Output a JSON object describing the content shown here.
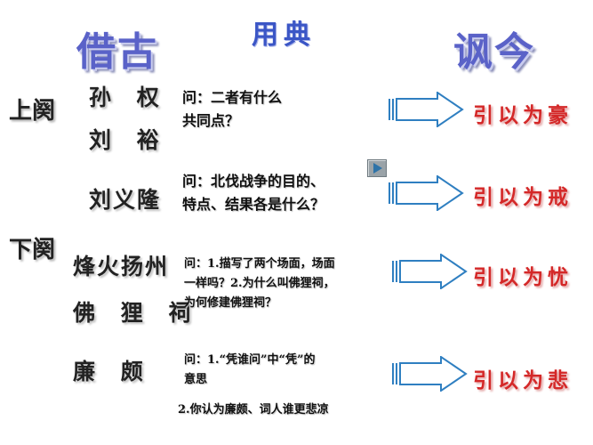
{
  "titles": {
    "left": "借古",
    "center": "用典",
    "right": "讽今"
  },
  "sections": {
    "upper": "上阕",
    "lower": "下阕"
  },
  "rows": [
    {
      "names": [
        "孙 权",
        "刘 裕"
      ],
      "question_lines": [
        "问：二者有什么",
        "共同点？"
      ],
      "result": "引以为豪"
    },
    {
      "names": [
        "刘义隆"
      ],
      "question_lines": [
        "问：北伐战争的目的、",
        "特点、结果各是什么？"
      ],
      "result": "引以为戒"
    },
    {
      "names": [
        "烽火扬州",
        "佛 狸 祠"
      ],
      "question_lines": [
        "问：1.描写了两个场面，场面",
        "一样吗？2.为什么叫佛狸祠，",
        "为何修建佛狸祠？"
      ],
      "result": "引以为忧"
    },
    {
      "names": [
        "廉  颇"
      ],
      "question_lines": [
        "问：1.“凭谁问”中“凭”的",
        "意思"
      ],
      "extra_question": "2.你认为廉颇、词人谁更悲凉",
      "result": "引以为悲"
    }
  ],
  "icons": {
    "play_button": "play-icon",
    "arrow": "right-arrow-icon"
  },
  "colors": {
    "title": "#5a62c8",
    "center_title": "#3b56c6",
    "result": "#d42828",
    "arrow_stroke": "#2f7fc1"
  }
}
